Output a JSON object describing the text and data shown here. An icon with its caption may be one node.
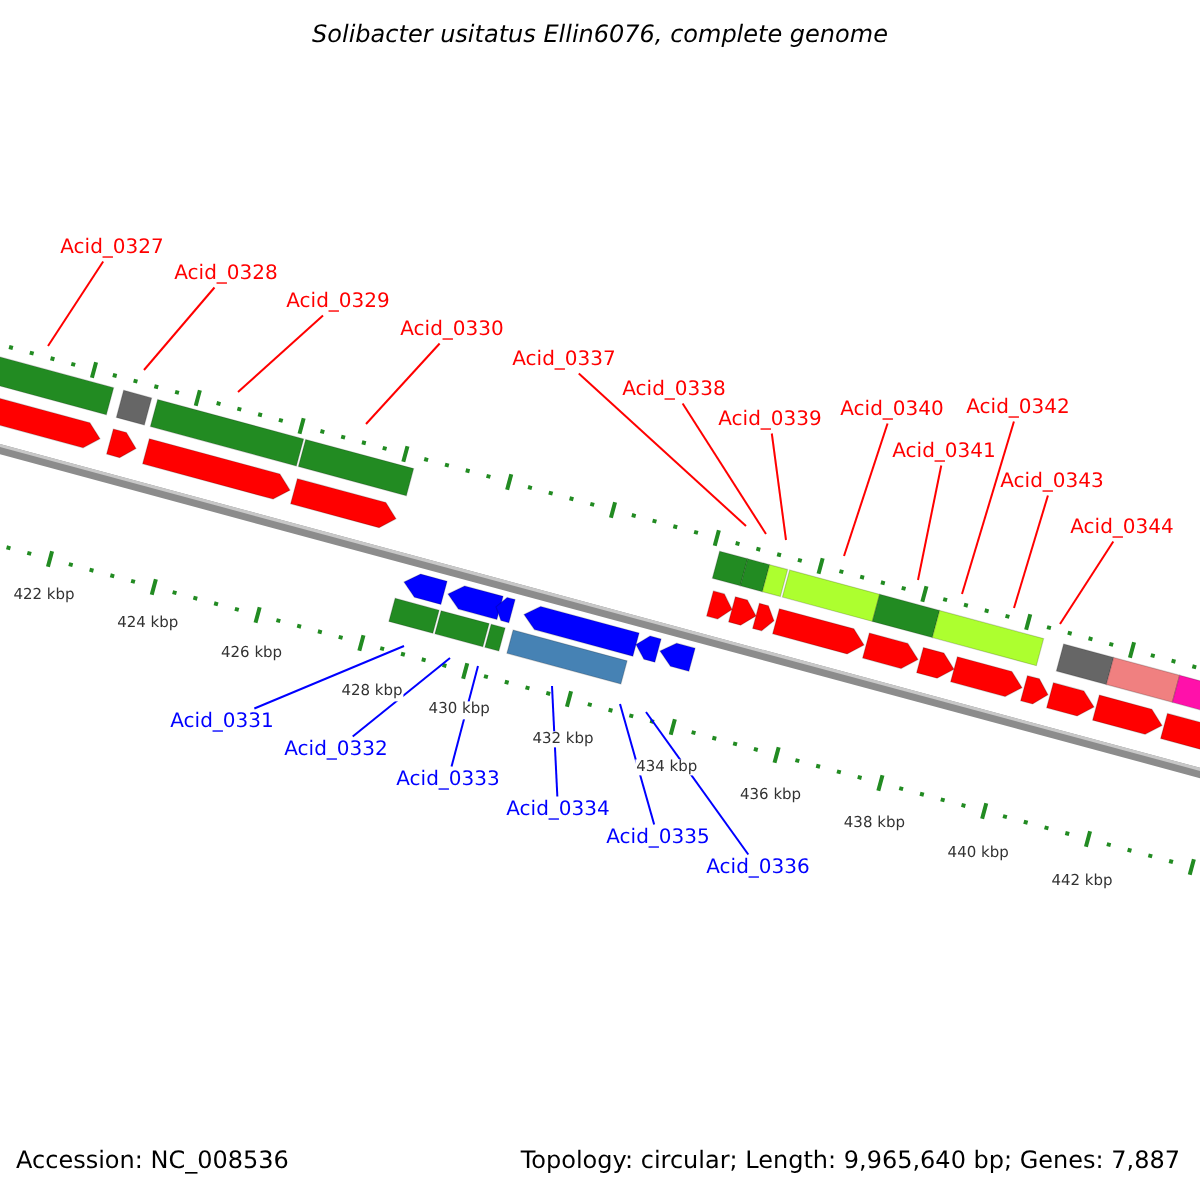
{
  "diagram": {
    "title": "Solibacter usitatus Ellin6076, complete genome",
    "nodes": [
      {
        "text": [
          "Acid_0327"
        ]
      },
      {
        "text": [
          "Acid_0328"
        ]
      },
      {
        "text": [
          "Acid_0329"
        ]
      },
      {
        "text": [
          "Acid_0330"
        ]
      },
      {
        "text": [
          "Acid_0337"
        ]
      },
      {
        "text": [
          "Acid_0338"
        ]
      },
      {
        "text": [
          "Acid_0339"
        ]
      },
      {
        "text": [
          "Acid_0340"
        ]
      },
      {
        "text": [
          "Acid_0341"
        ]
      },
      {
        "text": [
          "Acid_0342"
        ]
      },
      {
        "text": [
          "Acid_0343"
        ]
      },
      {
        "text": [
          "Acid_0344"
        ]
      },
      {
        "text": [
          "Acid_0331"
        ]
      },
      {
        "text": [
          "Acid_0332"
        ]
      },
      {
        "text": [
          "Acid_0333"
        ]
      },
      {
        "text": [
          "Acid_0334"
        ]
      },
      {
        "text": [
          "Acid_0335"
        ]
      },
      {
        "text": [
          "Acid_0336"
        ]
      }
    ],
    "edges": [
      {
        "from": 0,
        "to": null,
        "arrow": "none"
      },
      {
        "from": 1,
        "to": null,
        "arrow": "none"
      },
      {
        "from": 2,
        "to": null,
        "arrow": "none"
      },
      {
        "from": 3,
        "to": null,
        "arrow": "none"
      },
      {
        "from": 4,
        "to": null,
        "arrow": "none"
      },
      {
        "from": 5,
        "to": null,
        "arrow": "none"
      },
      {
        "from": 6,
        "to": null,
        "arrow": "none"
      },
      {
        "from": 7,
        "to": null,
        "arrow": "none"
      },
      {
        "from": 8,
        "to": null,
        "arrow": "none"
      },
      {
        "from": 9,
        "to": null,
        "arrow": "none"
      },
      {
        "from": 10,
        "to": null,
        "arrow": "none"
      },
      {
        "from": 11,
        "to": null,
        "arrow": "none"
      },
      {
        "from": 12,
        "to": null,
        "arrow": "none",
        "color": "#0000ff"
      },
      {
        "from": 13,
        "to": null,
        "arrow": "none",
        "color": "#0000ff"
      },
      {
        "from": 14,
        "to": null,
        "arrow": "none",
        "color": "#0000ff"
      },
      {
        "from": 15,
        "to": null,
        "arrow": "none",
        "color": "#0000ff"
      },
      {
        "from": 16,
        "to": null,
        "arrow": "none",
        "color": "#0000ff"
      },
      {
        "from": 17,
        "to": null,
        "arrow": "none",
        "color": "#0000ff"
      }
    ],
    "labels": [
      "422 kbp",
      "424 kbp",
      "426 kbp",
      "428 kbp",
      "430 kbp",
      "432 kbp",
      "434 kbp",
      "436 kbp",
      "438 kbp",
      "440 kbp",
      "442 kbp",
      "Accession: NC_008536",
      "Topology: circular; Length: 9,965,640 bp; Genes: 7,887"
    ]
  }
}
